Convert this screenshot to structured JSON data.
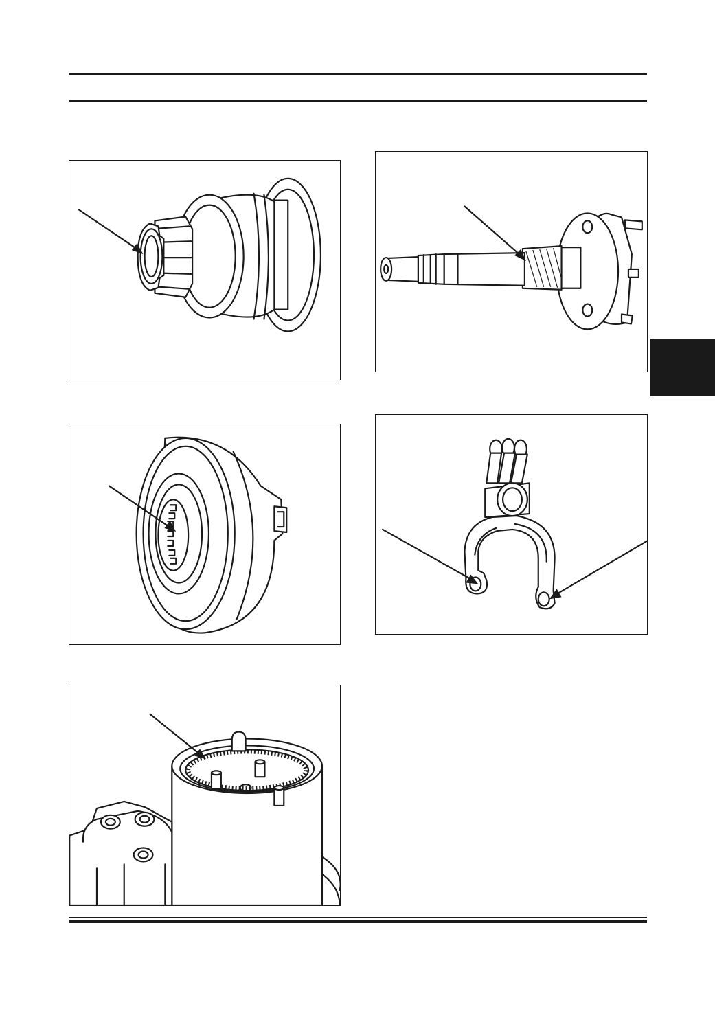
{
  "page": {
    "colors": {
      "ink": "#1a1a1a",
      "paper": "#ffffff"
    }
  },
  "figures": [
    {
      "id": "starter-drive-pinion",
      "icon": "pinion-gear-illustration"
    },
    {
      "id": "armature-shaft-helical-spline",
      "icon": "armature-shaft-illustration"
    },
    {
      "id": "drive-internal-spline",
      "icon": "internal-spline-illustration"
    },
    {
      "id": "shift-fork-lever",
      "icon": "shift-fork-illustration"
    },
    {
      "id": "planetary-ring-gear-housing",
      "icon": "ring-gear-housing-illustration"
    }
  ]
}
